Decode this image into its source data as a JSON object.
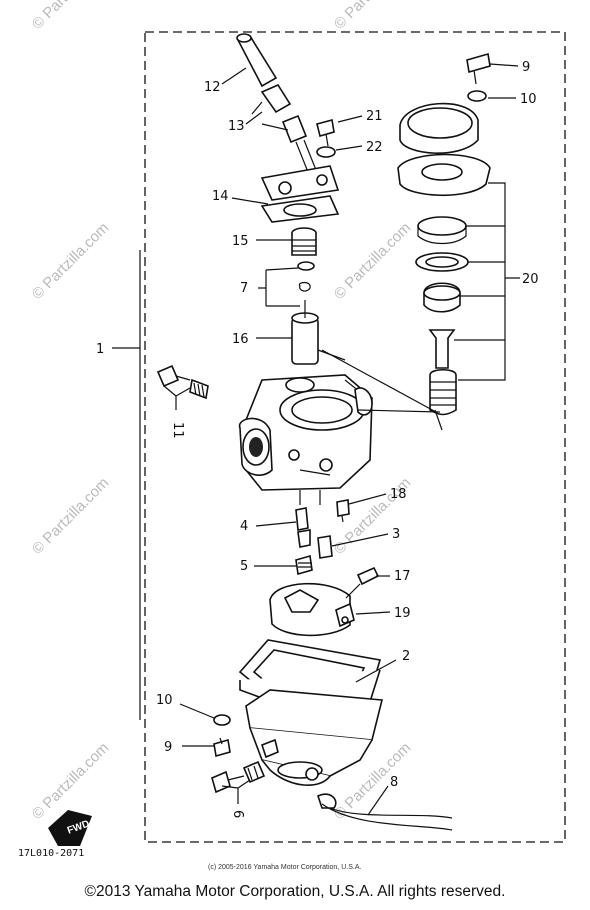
{
  "callouts": {
    "c1": "1",
    "c2": "2",
    "c3": "3",
    "c4": "4",
    "c5": "5",
    "c6": "6",
    "c7": "7",
    "c8": "8",
    "c9a": "9",
    "c9b": "9",
    "c10a": "10",
    "c10b": "10",
    "c11": "11",
    "c12": "12",
    "c13": "13",
    "c14": "14",
    "c15": "15",
    "c16": "16",
    "c17": "17",
    "c18": "18",
    "c19": "19",
    "c20": "20",
    "c21": "21",
    "c22": "22"
  },
  "watermark": "© Partzilla.com",
  "diagram_code": "17L010-2071",
  "fwd_label": "FWD",
  "source_notice": "(c) 2005-2016 Yamaha Motor Corporation, U.S.A.",
  "copyright": "©2013 Yamaha Motor Corporation, U.S.A. All rights reserved."
}
